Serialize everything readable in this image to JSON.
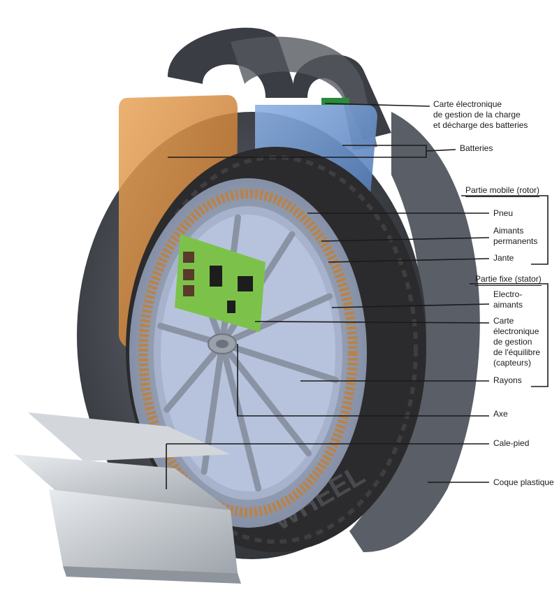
{
  "labels": {
    "carte_charge": "Carte électronique\nde gestion de la charge\net décharge des batteries",
    "batteries": "Batteries",
    "partie_mobile": "Partie mobile (rotor)",
    "pneu": "Pneu",
    "aimants": "Aimants\npermanents",
    "jante": "Jante",
    "partie_fixe": "Partie fixe (stator)",
    "electro": "Electro-\naimants",
    "carte_equilibre": "Carte\nélectronique\nde gestion\nde l'équilibre\n(capteurs)",
    "rayons": "Rayons",
    "axe": "Axe",
    "cale_pied": "Cale-pied",
    "coque": "Coque plastique"
  },
  "tire_text": "WHEEL",
  "colors": {
    "battery_orange": "#d98a3a",
    "battery_blue": "#6f95cf",
    "shell": "#4a4e55",
    "tire": "#2b2b2d",
    "rim": "#9aa3b4",
    "pcb": "#7cc24a",
    "coil": "#b8834a",
    "plate": "#c9cdd2",
    "leader": "#1a1a1a"
  }
}
